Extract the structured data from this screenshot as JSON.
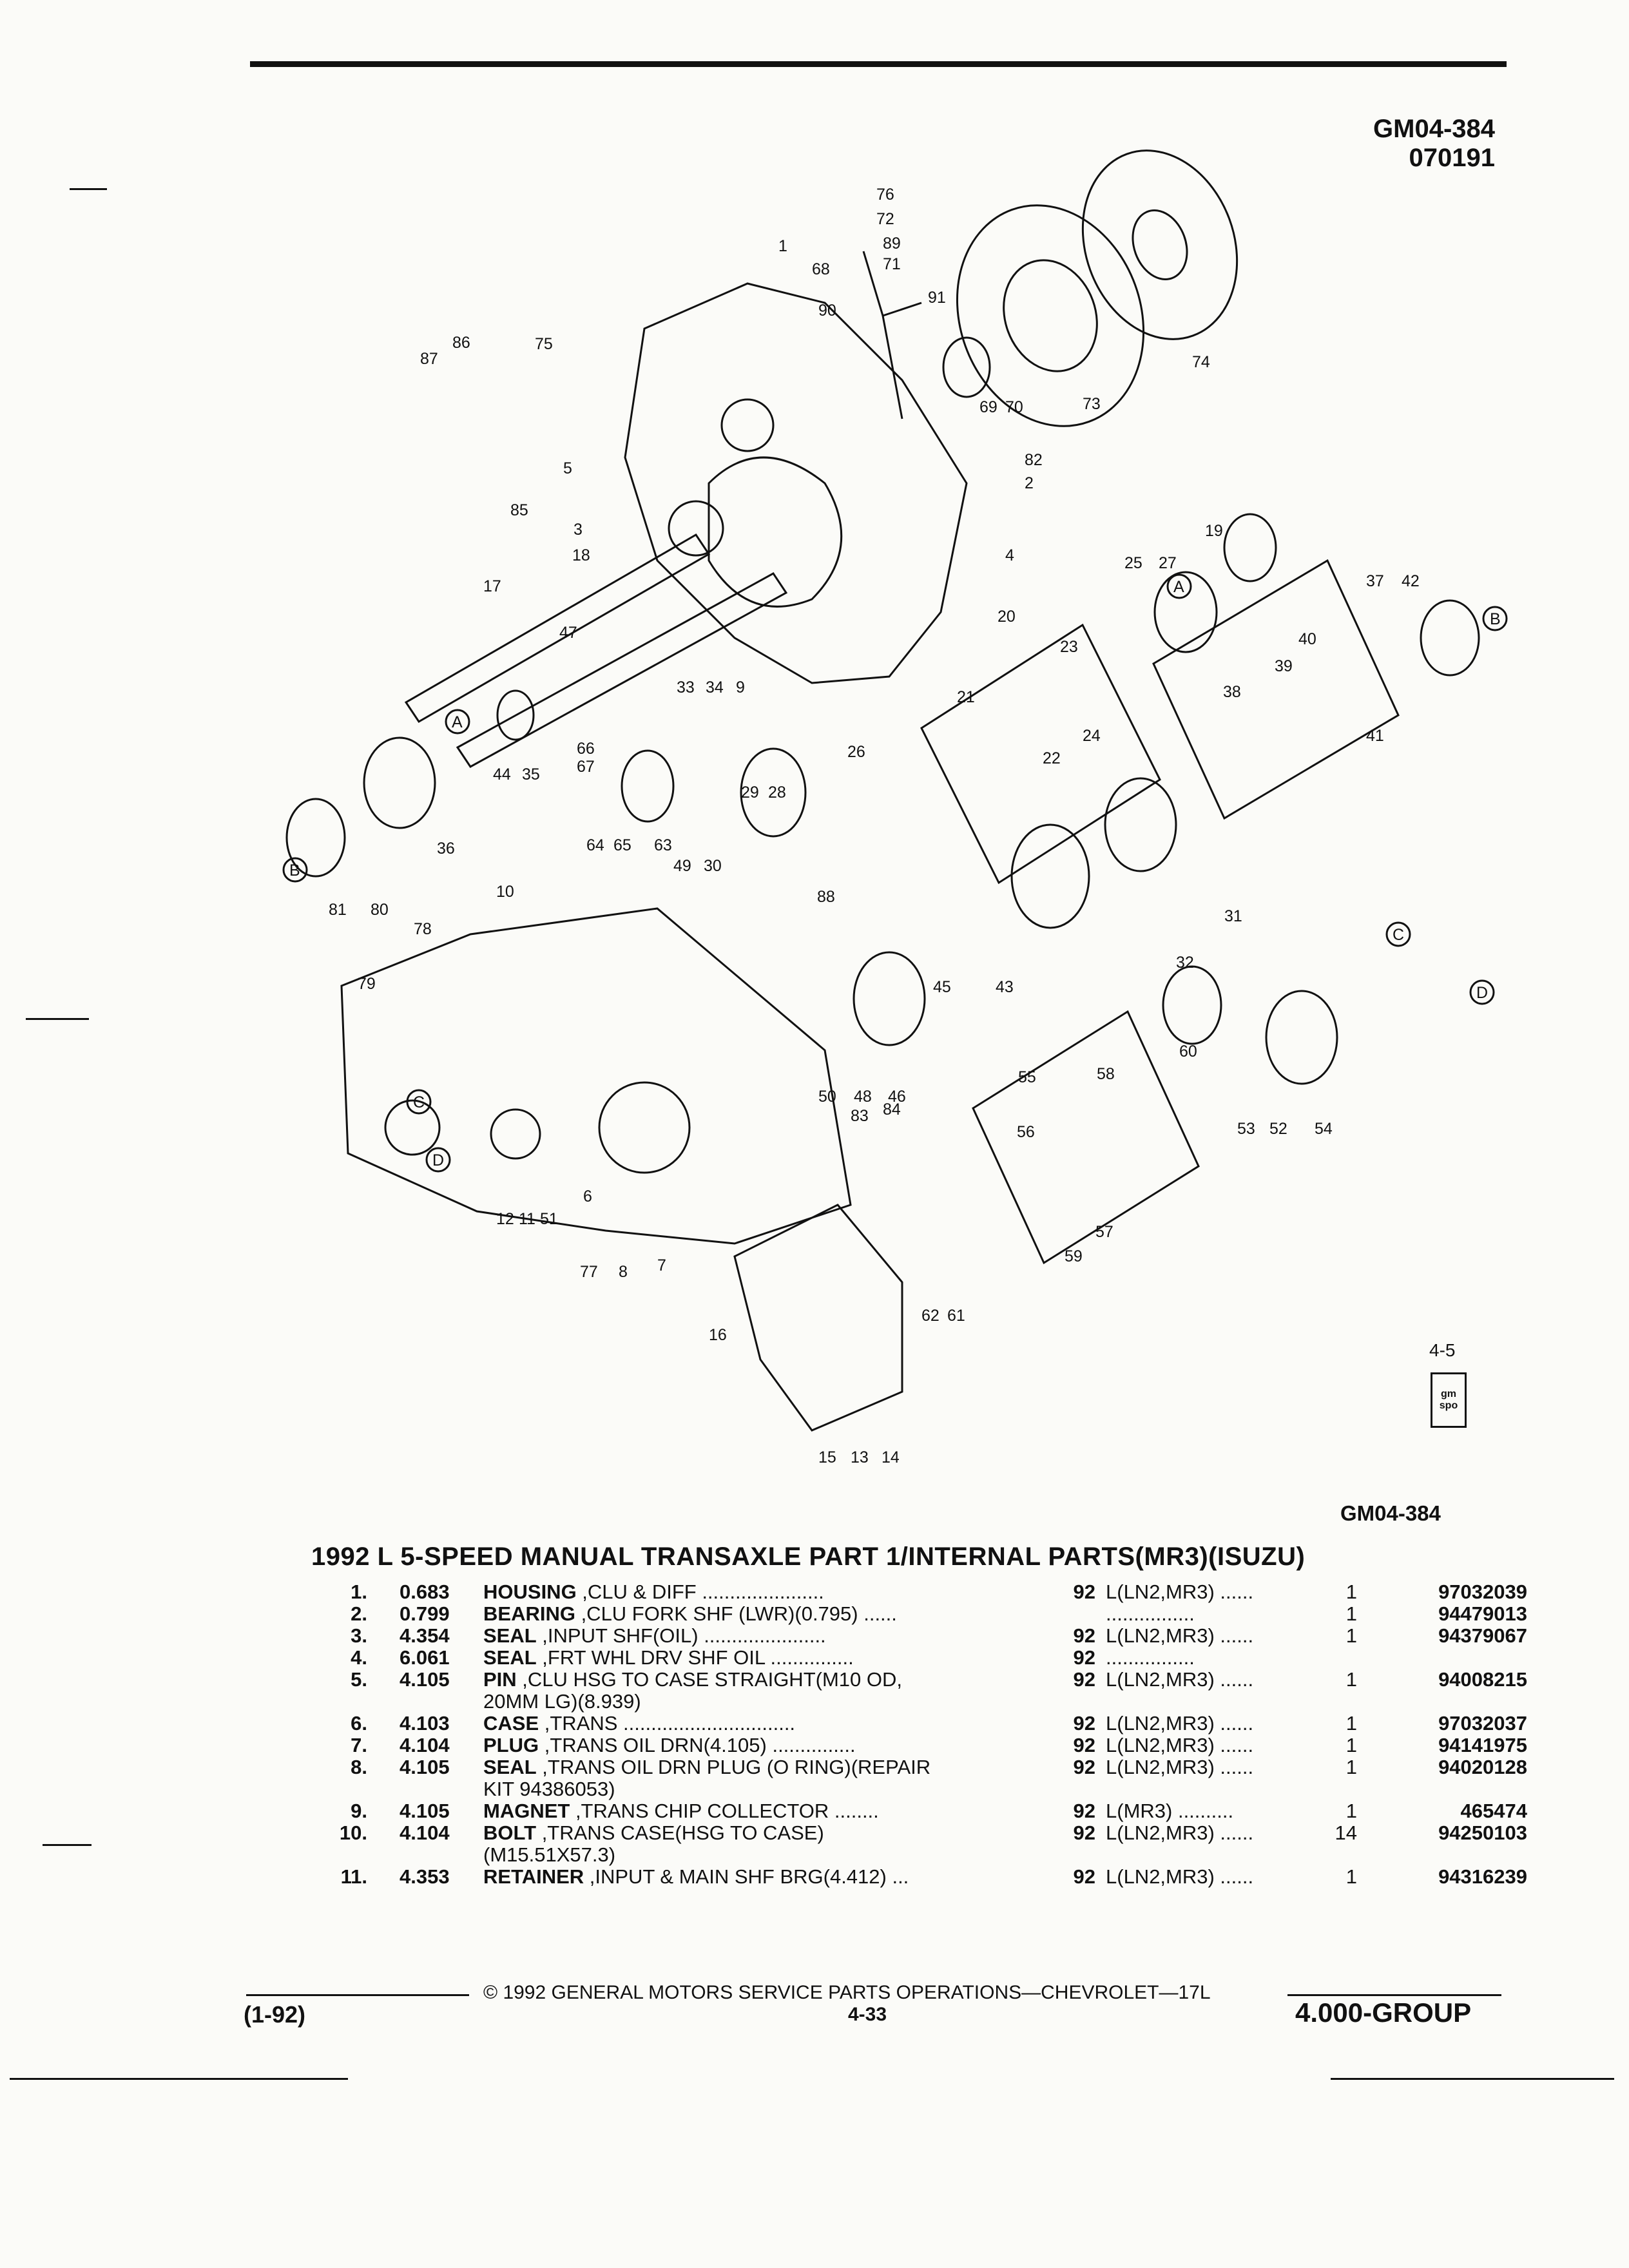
{
  "header": {
    "code_line1": "GM04-384",
    "code_line2": "070191"
  },
  "diagram": {
    "callouts": [
      "76",
      "72",
      "89",
      "71",
      "68",
      "90",
      "91",
      "1",
      "86",
      "75",
      "87",
      "85",
      "5",
      "3",
      "18",
      "17",
      "47",
      "33",
      "34",
      "9",
      "4",
      "82",
      "2",
      "69",
      "70",
      "73",
      "74",
      "19",
      "25",
      "27",
      "20",
      "23",
      "21",
      "24",
      "22",
      "37",
      "42",
      "40",
      "39",
      "38",
      "41",
      "A",
      "B",
      "C",
      "D",
      "44",
      "35",
      "66",
      "67",
      "36",
      "81",
      "80",
      "26",
      "29",
      "28",
      "63",
      "64",
      "65",
      "49",
      "30",
      "10",
      "78",
      "79",
      "88",
      "31",
      "32",
      "50",
      "48",
      "46",
      "45",
      "43",
      "55",
      "58",
      "56",
      "60",
      "53",
      "52",
      "54",
      "57",
      "59",
      "83",
      "84",
      "62",
      "61",
      "6",
      "12",
      "11",
      "51",
      "77",
      "8",
      "7",
      "16",
      "15",
      "13",
      "14"
    ],
    "page_ref": "4-5",
    "logo_text": "gm spo"
  },
  "catalog_code": "GM04-384",
  "title": "1992 L 5-SPEED MANUAL TRANSAXLE PART 1/INTERNAL PARTS(MR3)(ISUZU)",
  "parts": [
    {
      "num": "1.",
      "level": "0.683",
      "name": "HOUSING",
      "desc": " ,CLU & DIFF ......................",
      "year": "92",
      "app": "L(LN2,MR3) ......",
      "qty": "1",
      "pn": "97032039",
      "cont": ""
    },
    {
      "num": "2.",
      "level": "0.799",
      "name": "BEARING",
      "desc": " ,CLU FORK SHF (LWR)(0.795) ......",
      "year": "",
      "app": "................",
      "qty": "1",
      "pn": "94479013",
      "cont": ""
    },
    {
      "num": "3.",
      "level": "4.354",
      "name": "SEAL",
      "desc": " ,INPUT SHF(OIL) ......................",
      "year": "92",
      "app": "L(LN2,MR3) ......",
      "qty": "1",
      "pn": "94379067",
      "cont": ""
    },
    {
      "num": "4.",
      "level": "6.061",
      "name": "SEAL",
      "desc": " ,FRT WHL DRV SHF OIL ...............",
      "year": "92",
      "app": "................",
      "qty": "",
      "pn": "",
      "cont": ""
    },
    {
      "num": "5.",
      "level": "4.105",
      "name": "PIN",
      "desc": " ,CLU HSG TO CASE STRAIGHT(M10 OD,",
      "year": "92",
      "app": "L(LN2,MR3) ......",
      "qty": "1",
      "pn": "94008215",
      "cont": "20MM LG)(8.939)"
    },
    {
      "num": "6.",
      "level": "4.103",
      "name": "CASE",
      "desc": " ,TRANS ...............................",
      "year": "92",
      "app": "L(LN2,MR3) ......",
      "qty": "1",
      "pn": "97032037",
      "cont": ""
    },
    {
      "num": "7.",
      "level": "4.104",
      "name": "PLUG",
      "desc": " ,TRANS OIL DRN(4.105) ...............",
      "year": "92",
      "app": "L(LN2,MR3) ......",
      "qty": "1",
      "pn": "94141975",
      "cont": ""
    },
    {
      "num": "8.",
      "level": "4.105",
      "name": "SEAL",
      "desc": " ,TRANS OIL DRN PLUG (O RING)(REPAIR",
      "year": "92",
      "app": "L(LN2,MR3) ......",
      "qty": "1",
      "pn": "94020128",
      "cont": "KIT 94386053)"
    },
    {
      "num": "9.",
      "level": "4.105",
      "name": "MAGNET",
      "desc": " ,TRANS CHIP COLLECTOR ........",
      "year": "92",
      "app": "L(MR3) ..........",
      "qty": "1",
      "pn": "465474",
      "cont": ""
    },
    {
      "num": "10.",
      "level": "4.104",
      "name": "BOLT",
      "desc": " ,TRANS CASE(HSG TO CASE)",
      "year": "92",
      "app": "L(LN2,MR3) ......",
      "qty": "14",
      "pn": "94250103",
      "cont": "(M15.51X57.3)"
    },
    {
      "num": "11.",
      "level": "4.353",
      "name": "RETAINER",
      "desc": " ,INPUT & MAIN SHF BRG(4.412) ...",
      "year": "92",
      "app": "L(LN2,MR3) ......",
      "qty": "1",
      "pn": "94316239",
      "cont": ""
    }
  ],
  "footer": {
    "copyright": "© 1992 GENERAL MOTORS SERVICE PARTS OPERATIONS—CHEVROLET—17L",
    "date": "(1-92)",
    "page": "4-33",
    "group": "4.000-GROUP"
  }
}
